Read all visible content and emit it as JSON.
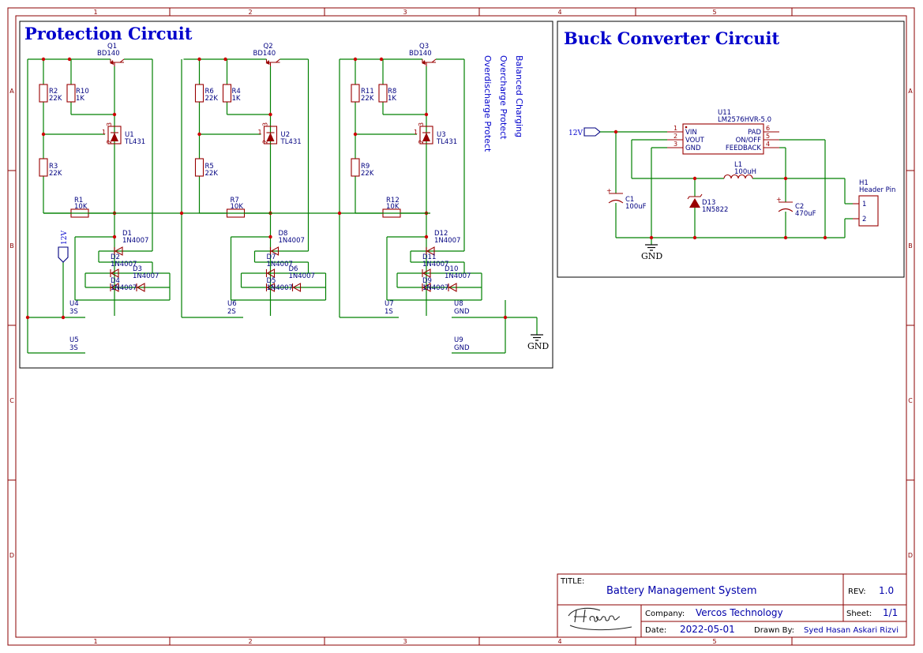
{
  "frame": {
    "columns": [
      "1",
      "2",
      "3",
      "4",
      "5"
    ],
    "rows": [
      "A",
      "B",
      "C",
      "D"
    ]
  },
  "protection": {
    "title": "Protection Circuit",
    "notes": [
      "Balanced Charging",
      "Overcharge Protect",
      "Overdischarge Protect"
    ],
    "stages": [
      {
        "q_ref": "Q1",
        "q_val": "BD140",
        "r_top_a": "R2",
        "r_top_a_val": "22K",
        "r_top_b": "R10",
        "r_top_b_val": "1K",
        "r_mid": "R3",
        "r_mid_val": "22K",
        "r_h": "R1",
        "r_h_val": "10K",
        "u_ref": "U1",
        "u_val": "TL431",
        "d1": "D1",
        "d2": "D2",
        "d3": "D3",
        "d4": "D4",
        "conn": "U4",
        "conn_val": "3S"
      },
      {
        "q_ref": "Q2",
        "q_val": "BD140",
        "r_top_a": "R6",
        "r_top_a_val": "22K",
        "r_top_b": "R4",
        "r_top_b_val": "1K",
        "r_mid": "R5",
        "r_mid_val": "22K",
        "r_h": "R7",
        "r_h_val": "10K",
        "u_ref": "U2",
        "u_val": "TL431",
        "d1": "D8",
        "d2": "D7",
        "d3": "D6",
        "d4": "D5",
        "conn": "U6",
        "conn_val": "2S"
      },
      {
        "q_ref": "Q3",
        "q_val": "BD140",
        "r_top_a": "R11",
        "r_top_a_val": "22K",
        "r_top_b": "R8",
        "r_top_b_val": "1K",
        "r_mid": "R9",
        "r_mid_val": "22K",
        "r_h": "R12",
        "r_h_val": "10K",
        "u_ref": "U3",
        "u_val": "TL431",
        "d1": "D12",
        "d2": "D11",
        "d3": "D10",
        "d4": "D9",
        "conn": "U7",
        "conn_val": "1S"
      }
    ],
    "diode_val": "1N4007",
    "pin_labels": [
      "1",
      "2",
      "3"
    ],
    "extra_conns": [
      {
        "ref": "U5",
        "val": "3S"
      },
      {
        "ref": "U8",
        "val": "GND"
      },
      {
        "ref": "U9",
        "val": "GND"
      }
    ],
    "flag_12v": "12V",
    "gnd": "GND"
  },
  "buck": {
    "title": "Buck Converter Circuit",
    "ic_ref": "U11",
    "ic_val": "LM2576HVR-5.0",
    "left_pins": [
      {
        "num": "1",
        "name": "VIN"
      },
      {
        "num": "2",
        "name": "VOUT"
      },
      {
        "num": "3",
        "name": "GND"
      }
    ],
    "right_pins": [
      {
        "num": "6",
        "name": "PAD"
      },
      {
        "num": "5",
        "name": "ON/OFF"
      },
      {
        "num": "4",
        "name": "FEEDBACK"
      }
    ],
    "flag_12v": "12V",
    "c1_ref": "C1",
    "c1_val": "100uF",
    "c2_ref": "C2",
    "c2_val": "470uF",
    "l1_ref": "L1",
    "l1_val": "100uH",
    "d_ref": "D13",
    "d_val": "1N5822",
    "h_ref": "H1",
    "h_val": "Header Pin",
    "h_pins": [
      "1",
      "2"
    ],
    "gnd": "GND"
  },
  "titleblock": {
    "title_label": "TITLE:",
    "title": "Battery Management System",
    "rev_label": "REV:",
    "rev": "1.0",
    "company_label": "Company:",
    "company": "Vercos Technology",
    "sheet_label": "Sheet:",
    "sheet": "1/1",
    "date_label": "Date:",
    "date": "2022-05-01",
    "drawn_label": "Drawn By:",
    "drawn": "Syed Hasan Askari Rizvi"
  }
}
